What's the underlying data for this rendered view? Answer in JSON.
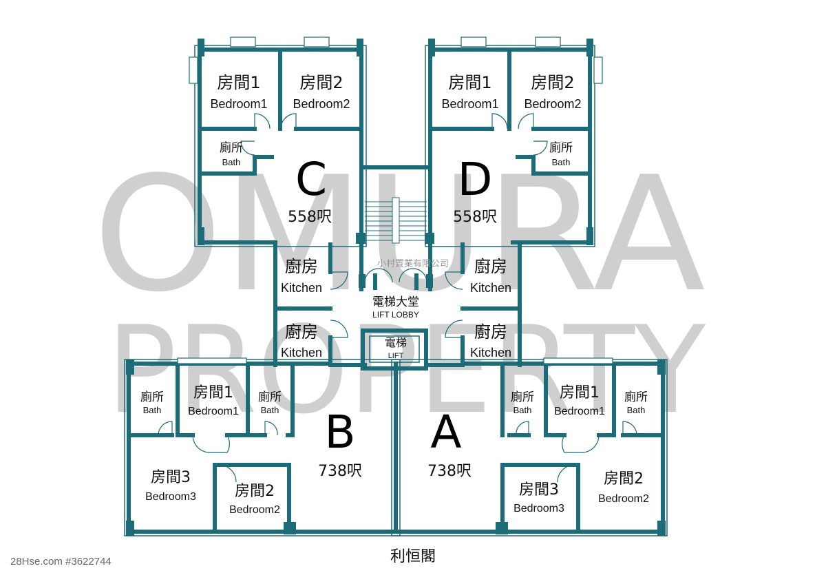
{
  "watermark": {
    "line1": "OMURA",
    "line2": "PROPERTY",
    "company": "小村置業有限公司"
  },
  "building_name": "利恒閣",
  "listing_ref": "28Hse.com #3622744",
  "colors": {
    "wall": "#1b6b78",
    "watermark": "#cfcfcf",
    "text": "#111111"
  },
  "units": {
    "A": {
      "letter": "A",
      "area": "738呎"
    },
    "B": {
      "letter": "B",
      "area": "738呎"
    },
    "C": {
      "letter": "C",
      "area": "558呎"
    },
    "D": {
      "letter": "D",
      "area": "558呎"
    }
  },
  "rooms": {
    "c_bed1": {
      "zh": "房間1",
      "en": "Bedroom1"
    },
    "c_bed2": {
      "zh": "房間2",
      "en": "Bedroom2"
    },
    "c_bath": {
      "zh": "廁所",
      "en": "Bath"
    },
    "d_bed1": {
      "zh": "房間1",
      "en": "Bedroom1"
    },
    "d_bed2": {
      "zh": "房間2",
      "en": "Bedroom2"
    },
    "d_bath": {
      "zh": "廁所",
      "en": "Bath"
    },
    "kit_c": {
      "zh": "廚房",
      "en": "Kitchen"
    },
    "kit_d": {
      "zh": "廚房",
      "en": "Kitchen"
    },
    "kit_b": {
      "zh": "廚房",
      "en": "Kitchen"
    },
    "kit_a": {
      "zh": "廚房",
      "en": "Kitchen"
    },
    "lobby": {
      "zh": "電梯大堂",
      "en": "LIFT LOBBY"
    },
    "lift": {
      "zh": "電梯",
      "en": "LIFT"
    },
    "b_bath1": {
      "zh": "廁所",
      "en": "Bath"
    },
    "b_bed1": {
      "zh": "房間1",
      "en": "Bedroom1"
    },
    "b_bath2": {
      "zh": "廁所",
      "en": "Bath"
    },
    "b_bed3": {
      "zh": "房間3",
      "en": "Bedroom3"
    },
    "b_bed2": {
      "zh": "房間2",
      "en": "Bedroom2"
    },
    "a_bath1": {
      "zh": "廁所",
      "en": "Bath"
    },
    "a_bed1": {
      "zh": "房間1",
      "en": "Bedroom1"
    },
    "a_bath2": {
      "zh": "廁所",
      "en": "Bath"
    },
    "a_bed3": {
      "zh": "房間3",
      "en": "Bedroom3"
    },
    "a_bed2": {
      "zh": "房間2",
      "en": "Bedroom2"
    }
  }
}
